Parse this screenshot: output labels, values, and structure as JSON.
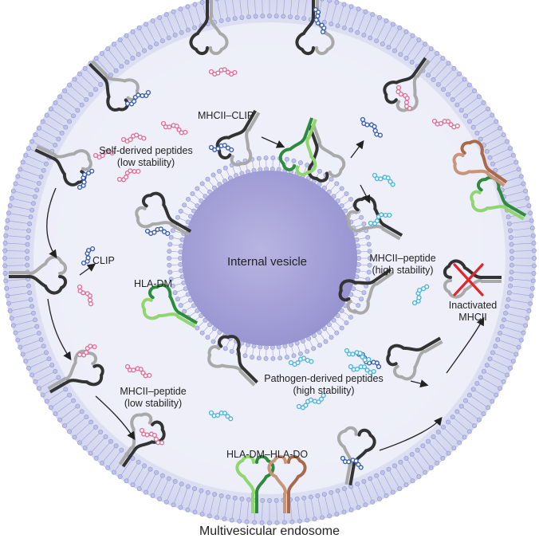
{
  "title": "Multivesicular endosome",
  "labels": {
    "internal_vesicle": "Internal vesicle",
    "mhcii_clip": "MHCII–CLIP",
    "self_peptides": [
      "Self-derived peptides",
      "(low stability)"
    ],
    "clip": "CLIP",
    "hla_dm": "HLA-DM",
    "mhcii_peptide_low": [
      "MHCII–peptide",
      "(low stability)"
    ],
    "mhcii_peptide_high": [
      "MHCII–peptide",
      "(high stability)"
    ],
    "pathogen_peptides": [
      "Pathogen-derived peptides",
      "(high stability)"
    ],
    "inactivated": [
      "Inactivated",
      "MHCII"
    ],
    "hla_dm_hla_do": "HLA-DM–HLA-DO"
  },
  "colors": {
    "endosome_fill": "#dfe2f3",
    "membrane": "#9b9fd6",
    "vesicle_fill": "#a9a6d9",
    "mhc_dark": "#333333",
    "mhc_light": "#a9a9a9",
    "hla_dm_dark": "#2e8b3e",
    "hla_dm_light": "#8fd66f",
    "hla_do": "#a86a4a",
    "clip_peptide": "#3a5fb0",
    "self_peptide": "#e0709a",
    "pathogen_peptide": "#4cb6e0",
    "inactivation_cross": "#e0262a"
  },
  "icons": [
    "mhcii-molecule-icon",
    "hla-dm-molecule-icon",
    "hla-do-molecule-icon",
    "peptide-chain-icon",
    "inactivation-cross-icon",
    "arrow-icon"
  ]
}
